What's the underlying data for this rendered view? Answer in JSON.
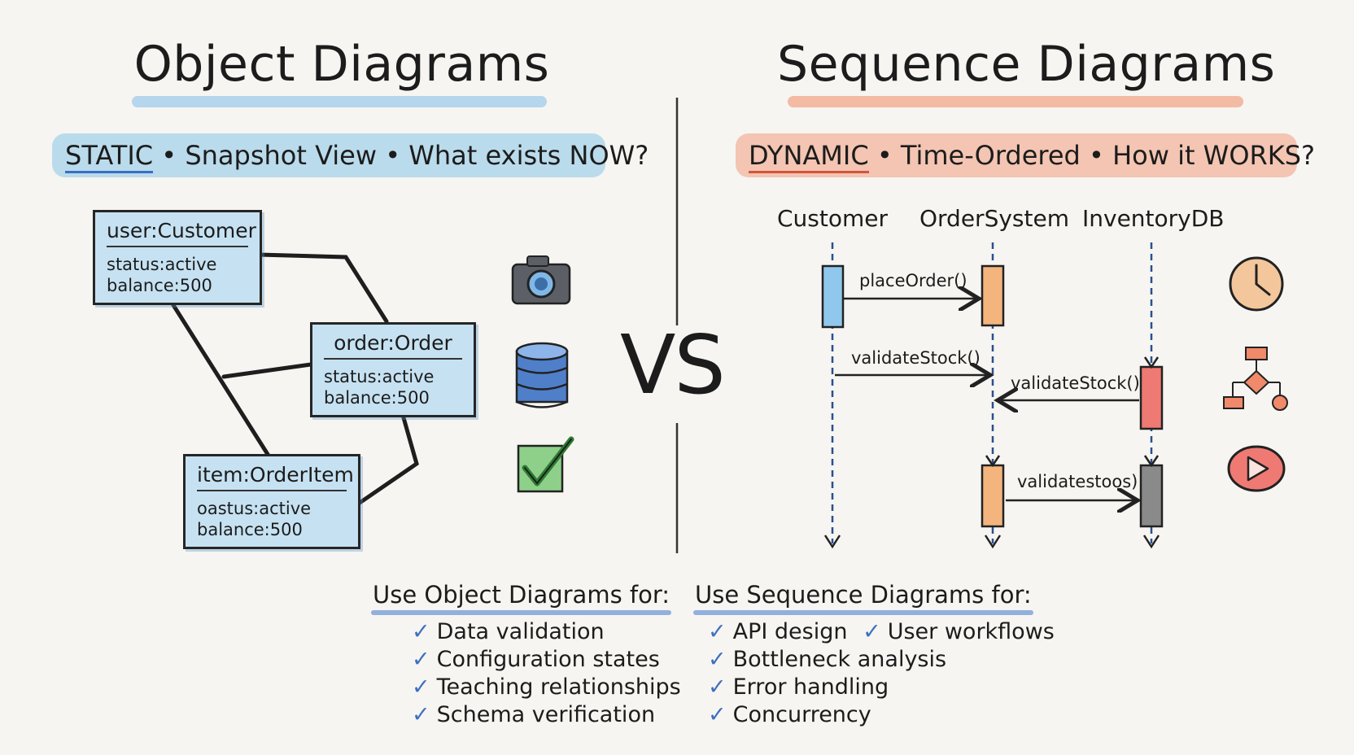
{
  "left": {
    "title": "Object Diagrams",
    "banner": {
      "keyword": "STATIC",
      "rest": " • Snapshot View • What exists NOW?"
    },
    "objects": [
      {
        "name": "user:Customer",
        "attrs": [
          "status:active",
          "balance:500"
        ]
      },
      {
        "name": "order:Order",
        "attrs": [
          "status:active",
          "balance:500"
        ]
      },
      {
        "name": "item:OrderItem",
        "attrs": [
          "oastus:active",
          "balance:500"
        ]
      }
    ],
    "icons": [
      "camera-icon",
      "database-icon",
      "checkmark-icon"
    ]
  },
  "vs": "VS",
  "right": {
    "title": "Sequence Diagrams",
    "banner": {
      "keyword": "DYNAMIC",
      "rest": " • Time-Ordered • How it WORKS?"
    },
    "lifelines": [
      "Customer",
      "OrderSystem",
      "InventoryDB"
    ],
    "messages": [
      "placeOrder()",
      "validateStock()",
      "validateStock()",
      "validatestoos)"
    ],
    "icons": [
      "clock-icon",
      "flowchart-icon",
      "play-icon"
    ]
  },
  "use_object": {
    "title": "Use Object Diagrams for:",
    "items": [
      "Data validation",
      "Configuration states",
      "Teaching relationships",
      "Schema verification"
    ]
  },
  "use_sequence": {
    "title": "Use Sequence Diagrams for:",
    "row1": [
      "API design",
      "User workflows"
    ],
    "items": [
      "Bottleneck analysis",
      "Error handling",
      "Concurrency"
    ]
  },
  "colors": {
    "blue_highlight": "#89c5e8",
    "red_highlight": "#f19d7e",
    "object_fill": "#c6e2f2",
    "check": "#3e6fc0",
    "activation_blue": "#8fc8ec",
    "activation_orange": "#f3b57d",
    "activation_red": "#ee7a73",
    "activation_gray": "#8a8a8a"
  }
}
